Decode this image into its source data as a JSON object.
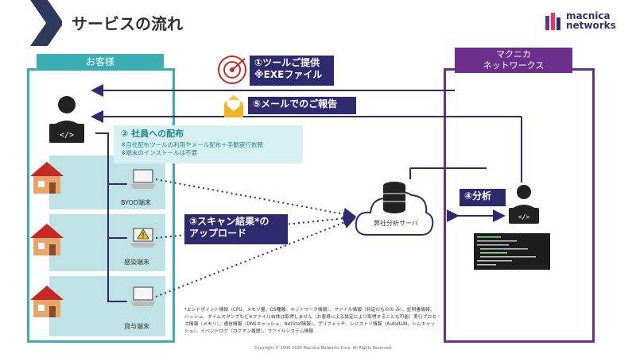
{
  "header": {
    "title": "サービスの流れ",
    "logo_line1": "macnica",
    "logo_line2": "networks"
  },
  "customer": {
    "label": "お客様",
    "terminals": [
      "BYOD端末",
      "感染端末",
      "貸与端末"
    ]
  },
  "macnica": {
    "label_line1": "マクニカ",
    "label_line2": "ネットワークス"
  },
  "steps": {
    "provide_line1": "①ツールご提供",
    "provide_line2": "※EXEファイル",
    "report": "⑤メールでのご報告",
    "distribute_title": "② 社員への配布",
    "distribute_note1": "※自社配布ツールの利用やメール配布＋手動実行依頼",
    "distribute_note2": "※端末のインストールは不要",
    "upload_line1": "③スキャン結果*の",
    "upload_line2": "アップロード",
    "analyze": "④分析"
  },
  "server": {
    "label": "弊社分析サーバ"
  },
  "footnote": "*エンドポイント情報（CPU、メモリ量、OS種類、ネットワーク情報）、ファイル情報（特定のものの み）、証明書情報、ハッシュ、タイムスタンプなど※ファイル自体は取得しません（お客様による設定により取得することも可能）実行プロセス情報（メモリ）、通信情報（DNSキャッシュ、NetStat情報）、プリフェッチ、レジストリ情報（AutoRUN、シムキャッシュ）、イベントログ（ログオン履歴）、ファイルシステム情報",
  "copyright": "Copyright © 2006-2020 Macnica Networks Corp. All Rights Reserved.",
  "colors": {
    "teal": "#3aaeb2",
    "purple": "#6c2f8c",
    "navy": "#2e2a6e"
  },
  "icons": [
    "chevron-icon",
    "radar-icon",
    "mail-icon",
    "person-icon",
    "house-icon",
    "laptop-icon",
    "warning-icon",
    "server-cloud-icon"
  ]
}
